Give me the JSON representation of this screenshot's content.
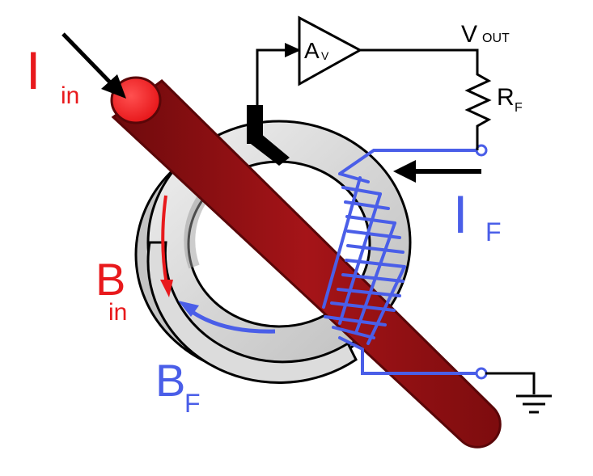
{
  "labels": {
    "i_in_main": "I",
    "i_in_sub": "in",
    "b_in_main": "B",
    "b_in_sub": "in",
    "b_f_main": "B",
    "b_f_sub": "F",
    "i_f_main": "I",
    "i_f_sub": "F",
    "v_out_main": "V",
    "v_out_sub": "OUT",
    "amp_main": "A",
    "amp_sub": "V",
    "rf_main": "R",
    "rf_sub": "F"
  },
  "colors": {
    "input_red": "#e8191c",
    "conductor_dark": "#8a0e10",
    "conductor_mid": "#b3161a",
    "feedback_blue": "#4a5ee8",
    "core_grey": "#d9d9d9",
    "wire_black": "#000000"
  }
}
